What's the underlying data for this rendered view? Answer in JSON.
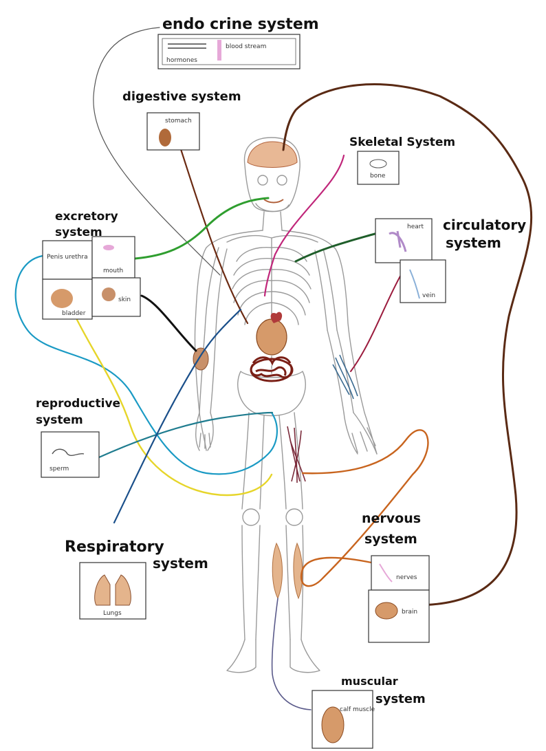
{
  "colors": {
    "endocrine": "#555555",
    "digestive": "#6b2a12",
    "skeletal": "#c0267a",
    "circulatory": "#1f5e2a",
    "circulatory_vein": "#9b1b3d",
    "excretory": "#2f9e2f",
    "excretory_black": "#111111",
    "excretory_blue": "#1a9ac4",
    "excretory_yellow": "#e6d52a",
    "reproductive": "#1f7c8f",
    "respiratory": "#1a4f8a",
    "nervous": "#5a2a14",
    "nervous_orange": "#c8641e",
    "muscular": "#5a5a8a",
    "organ_fill": "#e6b590",
    "organ_dark": "#8a3a14"
  },
  "labels": {
    "endocrine": "endo crine system",
    "digestive": "digestive system",
    "skeletal": "Skeletal System",
    "circulatory_line1": "circulatory",
    "circulatory_line2": "system",
    "excretory_line1": "excretory",
    "excretory_line2": "system",
    "reproductive_line1": "reproductive",
    "reproductive_line2": "system",
    "respiratory_line1": "Respiratory",
    "respiratory_line2": "system",
    "nervous_line1": "nervous",
    "nervous_line2": "system",
    "muscular_line1": "muscular",
    "muscular_line2": "system"
  },
  "card_notes": {
    "endocrine_a": "hormones",
    "endocrine_b": "blood stream",
    "stomach": "stomach",
    "bone": "bone",
    "heart": "heart",
    "vein": "vein",
    "penis_urethra": "Penis urethra",
    "mouth": "mouth",
    "bladder": "bladder",
    "skin": "skin",
    "sperm": "sperm",
    "lungs": "Lungs",
    "nerves": "nerves",
    "brain": "brain",
    "calf_muscle": "calf muscle"
  }
}
